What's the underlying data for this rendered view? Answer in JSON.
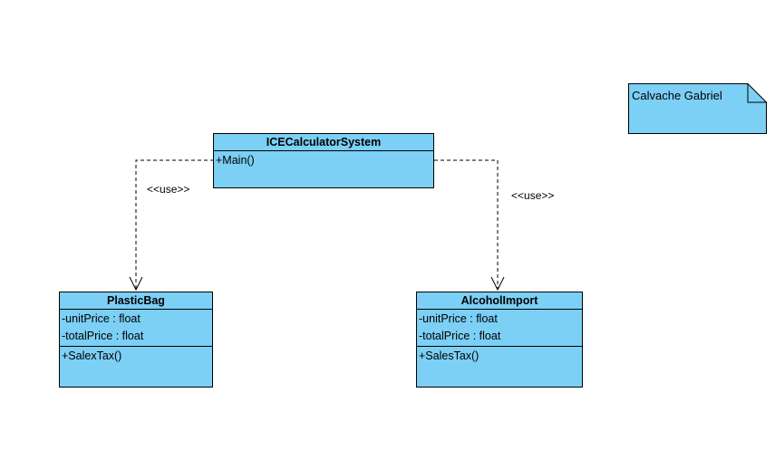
{
  "classes": {
    "system": {
      "name": "ICECalculatorSystem",
      "operations": [
        "+Main()"
      ]
    },
    "plastic_bag": {
      "name": "PlasticBag",
      "attributes": [
        "-unitPrice : float",
        "-totalPrice : float"
      ],
      "operations": [
        "+SalexTax()"
      ]
    },
    "alcohol": {
      "name": "AlcoholImport",
      "attributes": [
        "-unitPrice : float",
        "-totalPrice : float"
      ],
      "operations": [
        "+SalesTax()"
      ]
    }
  },
  "relations": {
    "left_label": "<<use>>",
    "right_label": "<<use>>"
  },
  "note": {
    "text": "Calvache Gabriel"
  },
  "colors": {
    "class_fill": "#7ccff5",
    "line": "#000000"
  }
}
